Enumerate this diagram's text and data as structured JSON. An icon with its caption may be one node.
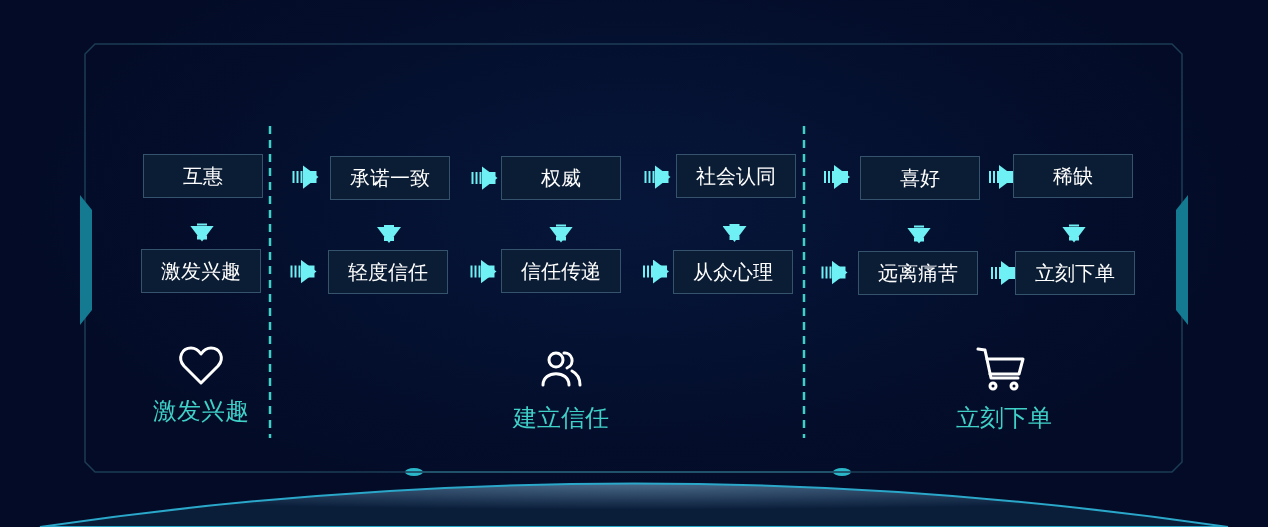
{
  "diagram": {
    "nodes": [
      {
        "text": [
          "互惠"
        ]
      },
      {
        "text": [
          "承诺一致"
        ]
      },
      {
        "text": [
          "权威"
        ]
      },
      {
        "text": [
          "社会认同"
        ]
      },
      {
        "text": [
          "喜好"
        ]
      },
      {
        "text": [
          "稀缺"
        ]
      },
      {
        "text": [
          "激发兴趣"
        ]
      },
      {
        "text": [
          "轻度信任"
        ]
      },
      {
        "text": [
          "信任传递"
        ]
      },
      {
        "text": [
          "从众心理"
        ]
      },
      {
        "text": [
          "远离痛苦"
        ]
      },
      {
        "text": [
          "立刻下单"
        ]
      }
    ],
    "edges": [
      {
        "from": 0,
        "to": 1,
        "arrow": "to"
      },
      {
        "from": 1,
        "to": 2,
        "arrow": "to"
      },
      {
        "from": 2,
        "to": 3,
        "arrow": "to"
      },
      {
        "from": 3,
        "to": 4,
        "arrow": "to"
      },
      {
        "from": 4,
        "to": 5,
        "arrow": "to"
      },
      {
        "from": 0,
        "to": 6,
        "arrow": "to"
      },
      {
        "from": 1,
        "to": 7,
        "arrow": "to"
      },
      {
        "from": 2,
        "to": 8,
        "arrow": "to"
      },
      {
        "from": 3,
        "to": 9,
        "arrow": "to"
      },
      {
        "from": 4,
        "to": 10,
        "arrow": "to"
      },
      {
        "from": 5,
        "to": 11,
        "arrow": "to"
      },
      {
        "from": 6,
        "to": 7,
        "arrow": "to"
      },
      {
        "from": 7,
        "to": 8,
        "arrow": "to"
      },
      {
        "from": 8,
        "to": 9,
        "arrow": "to"
      },
      {
        "from": 9,
        "to": 10,
        "arrow": "to"
      },
      {
        "from": 10,
        "to": 11,
        "arrow": "to"
      }
    ],
    "labels": [
      "激发兴趣",
      "建立信任",
      "立刻下单"
    ]
  }
}
